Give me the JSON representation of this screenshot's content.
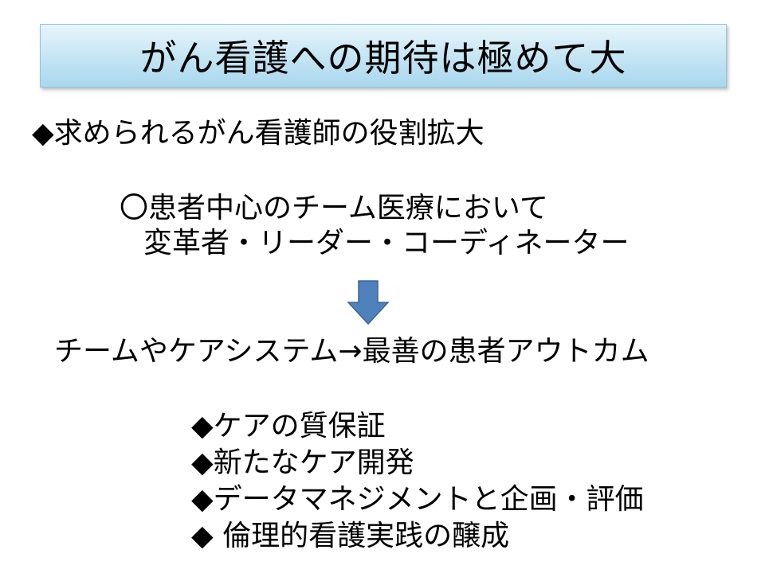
{
  "title": "がん看護への期待は極めて大",
  "heading": "◆求められるがん看護師の役割拡大",
  "team_lines": [
    "〇患者中心のチーム医療において",
    "変革者・リーダー・コーディネーター"
  ],
  "result_line": "チームやケアシステム→最善の患者アウトカム",
  "bullets": [
    "◆ケアの質保証",
    "◆新たなケア開発",
    "◆データマネジメントと企画・評価",
    "◆ 倫理的看護実践の醸成"
  ],
  "colors": {
    "title_fill": "#c3e4f3",
    "arrow_fill": "#4f81bd",
    "arrow_stroke": "#3a6596"
  },
  "icons": {
    "arrow": "down-arrow-icon"
  }
}
